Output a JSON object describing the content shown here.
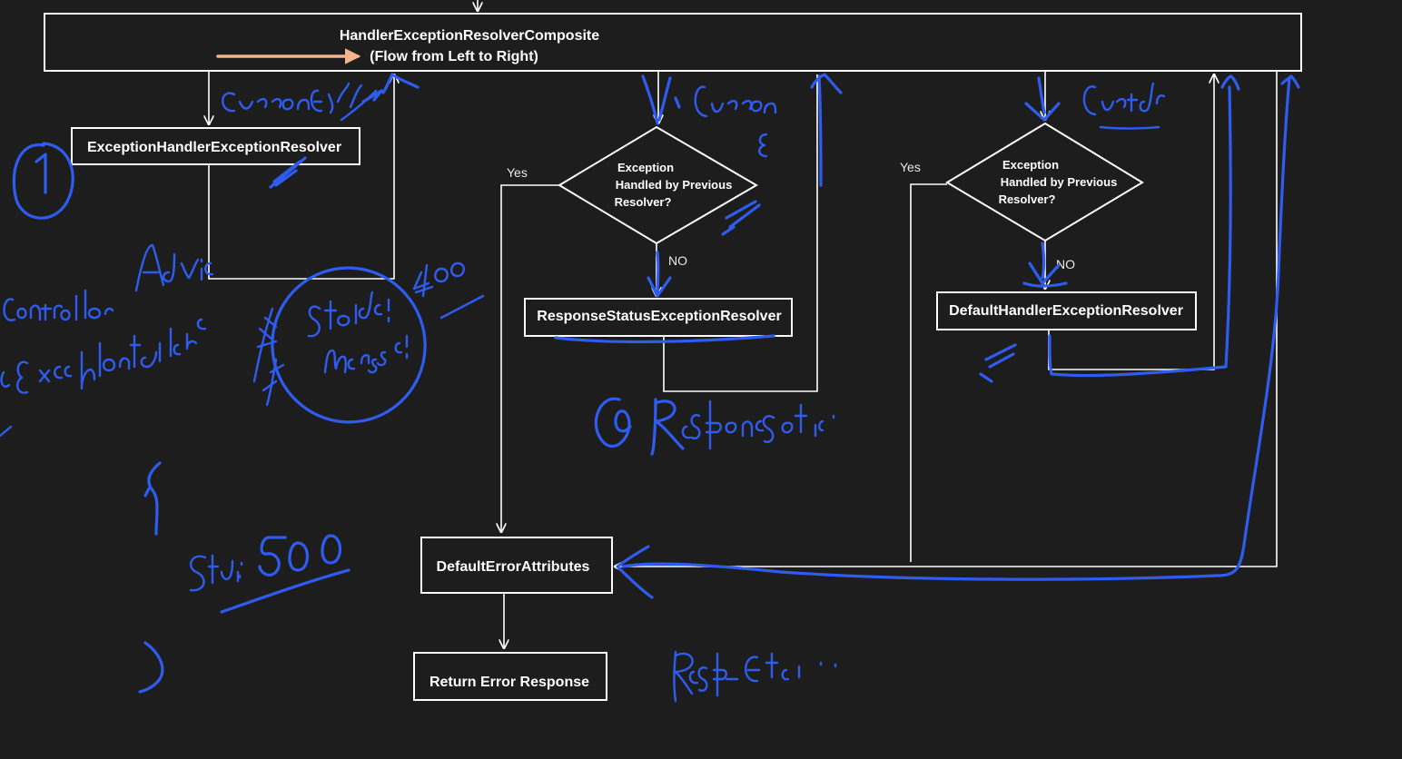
{
  "composite": {
    "title": "HandlerExceptionResolverComposite",
    "subtitle": "(Flow from Left to Right)"
  },
  "resolvers": {
    "first": "ExceptionHandlerExceptionResolver",
    "second": "ResponseStatusExceptionResolver",
    "third": "DefaultHandlerExceptionResolver"
  },
  "decisions": {
    "first": [
      "Exception",
      "Handled by Previous",
      "Resolver?"
    ],
    "second": [
      "Exception",
      "Handled by Previous",
      "Resolver?"
    ]
  },
  "labels": {
    "yes1": "Yes",
    "no1": "NO",
    "yes2": "Yes",
    "no2": "NO"
  },
  "terminals": {
    "error_attributes": "DefaultErrorAttributes",
    "return_response": "Return Error Response"
  },
  "colors": {
    "background": "#1d1d1d",
    "diagram_lines": "#ffffff",
    "handwriting": "#2f5cf0",
    "flow_arrow": "#f3b48c"
  }
}
